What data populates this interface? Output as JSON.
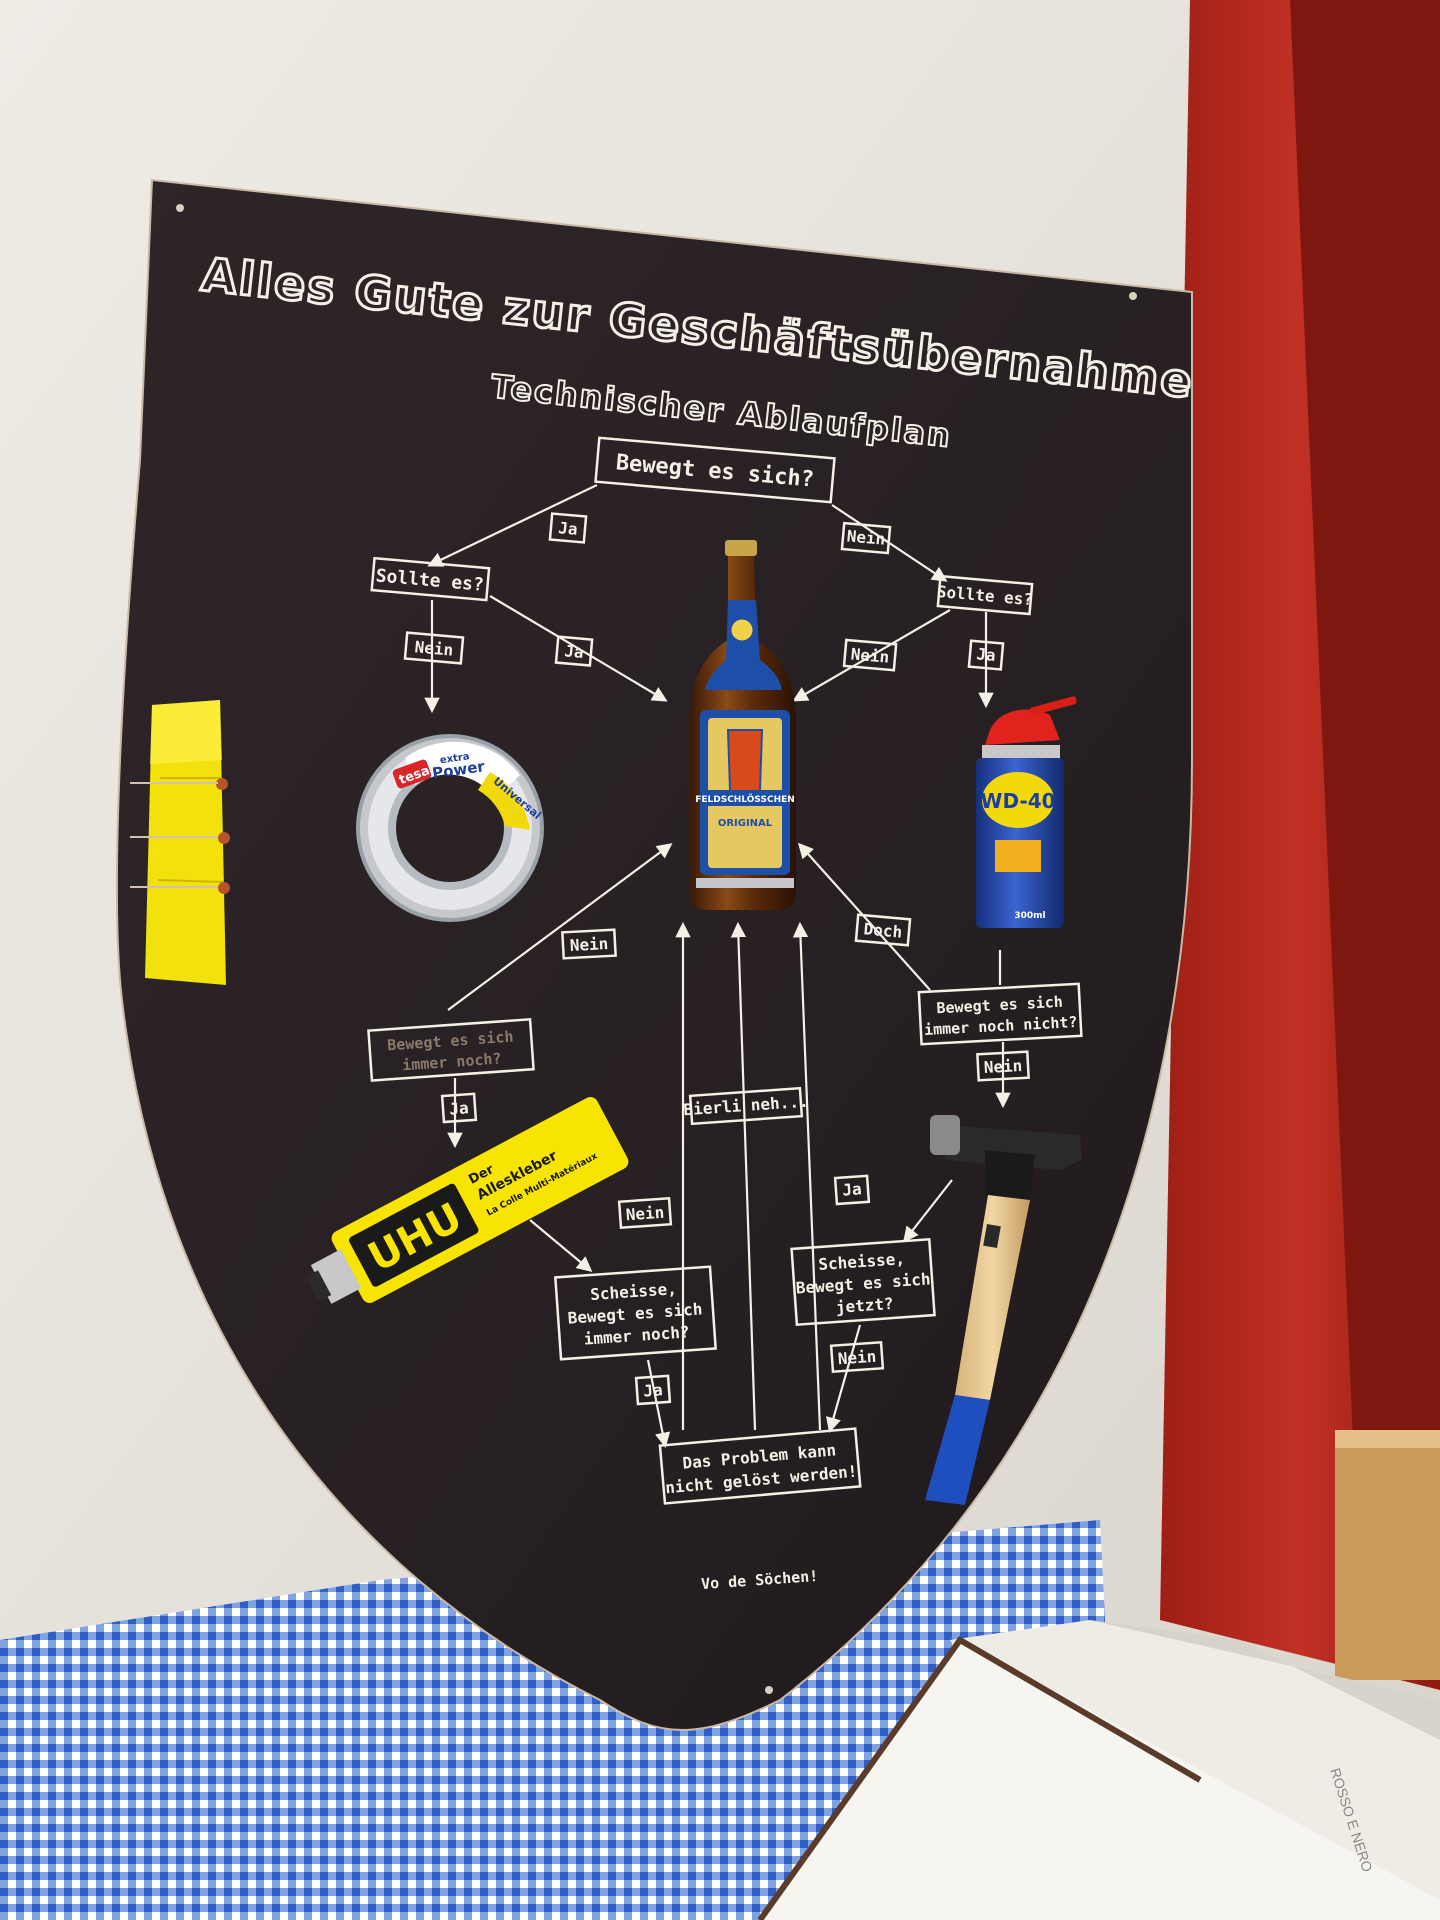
{
  "sign": {
    "title": "Alles Gute zur Geschäftsübernahme",
    "subtitle": "Technischer Ablaufplan",
    "signature": "Vo de Söchen!"
  },
  "flowchart": {
    "start": "Bewegt es sich?",
    "left_ja": "Ja",
    "right_nein": "Nein",
    "left_question": "Sollte es?",
    "right_question": "Sollte es?",
    "left_nein": "Nein",
    "left_ja_to_beer": "Ja",
    "right_nein_to_beer": "Nein",
    "right_ja": "Ja",
    "doch": "Doch",
    "still_not_line1": "Bewegt es sich",
    "still_not_line2": "immer noch nicht?",
    "still_not_nein": "Nein",
    "tape_nein": "Nein",
    "still_moves_line1": "Bewegt es sich",
    "still_moves_line2": "immer noch?",
    "still_moves_ja": "Ja",
    "bierli": "Bierli neh...",
    "left_bottom_nein": "Nein",
    "right_bottom_ja": "Ja",
    "shit_left_line1": "Scheisse,",
    "shit_left_line2": "Bewegt es sich",
    "shit_left_line3": "immer noch?",
    "shit_right_line1": "Scheisse,",
    "shit_right_line2": "Bewegt es sich",
    "shit_right_line3": "jetzt?",
    "shit_left_ja": "Ja",
    "shit_right_nein": "Nein",
    "end_line1": "Das Problem kann",
    "end_line2": "nicht gelöst werden!"
  },
  "objects": {
    "tape_brand": "tesa",
    "tape_line1": "extra",
    "tape_line2": "Power",
    "tape_line3": "Universal",
    "beer_brand": "FELDSCHLÖSSCHEN",
    "beer_sub": "ORIGINAL",
    "wd40_brand": "WD-40",
    "wd40_volume": "300ml",
    "glue_brand": "UHU",
    "glue_line1": "Der",
    "glue_line2": "Alleskleber",
    "glue_line3": "La Colle Multi-Matériaux",
    "box_text": "ROSSO E NERO"
  },
  "colors": {
    "wall": "#e9e6df",
    "board": "#2b2224",
    "engraving": "#f4f0e6",
    "door_red": "#b3241a",
    "tablecloth_blue": "#2f5fc4",
    "tape_yellow": "#f2e10c",
    "glue_yellow": "#f7e400",
    "wd40_blue": "#1e3e9e"
  }
}
